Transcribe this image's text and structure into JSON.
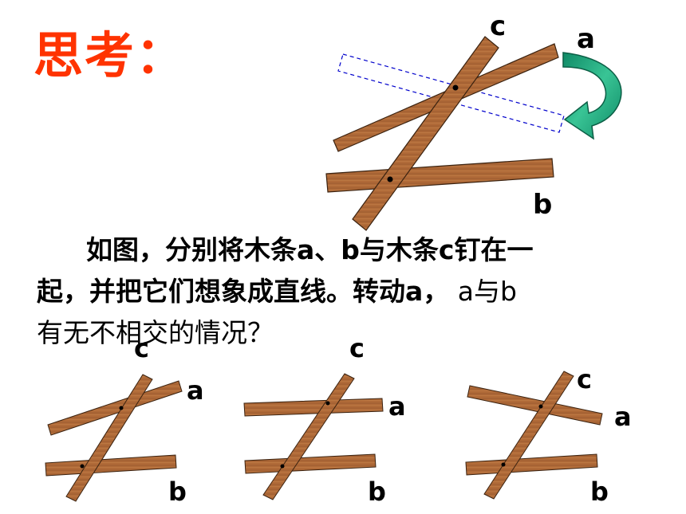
{
  "title": "思考：",
  "paragraph": {
    "line1": "如图，分别将木条a、b与木条c钉在一",
    "line2_bold": "起，并把它们想象成直线。转动a，",
    "line2_normal": " a与b",
    "line3": "有无不相交的情况？"
  },
  "labels": {
    "a": "a",
    "b": "b",
    "c": "c"
  },
  "colors": {
    "title": "#ff3300",
    "wood": "#b06a38",
    "wood_edge": "#3a2210",
    "dashed": "#0000cc",
    "arrow": "#1fa27a"
  }
}
